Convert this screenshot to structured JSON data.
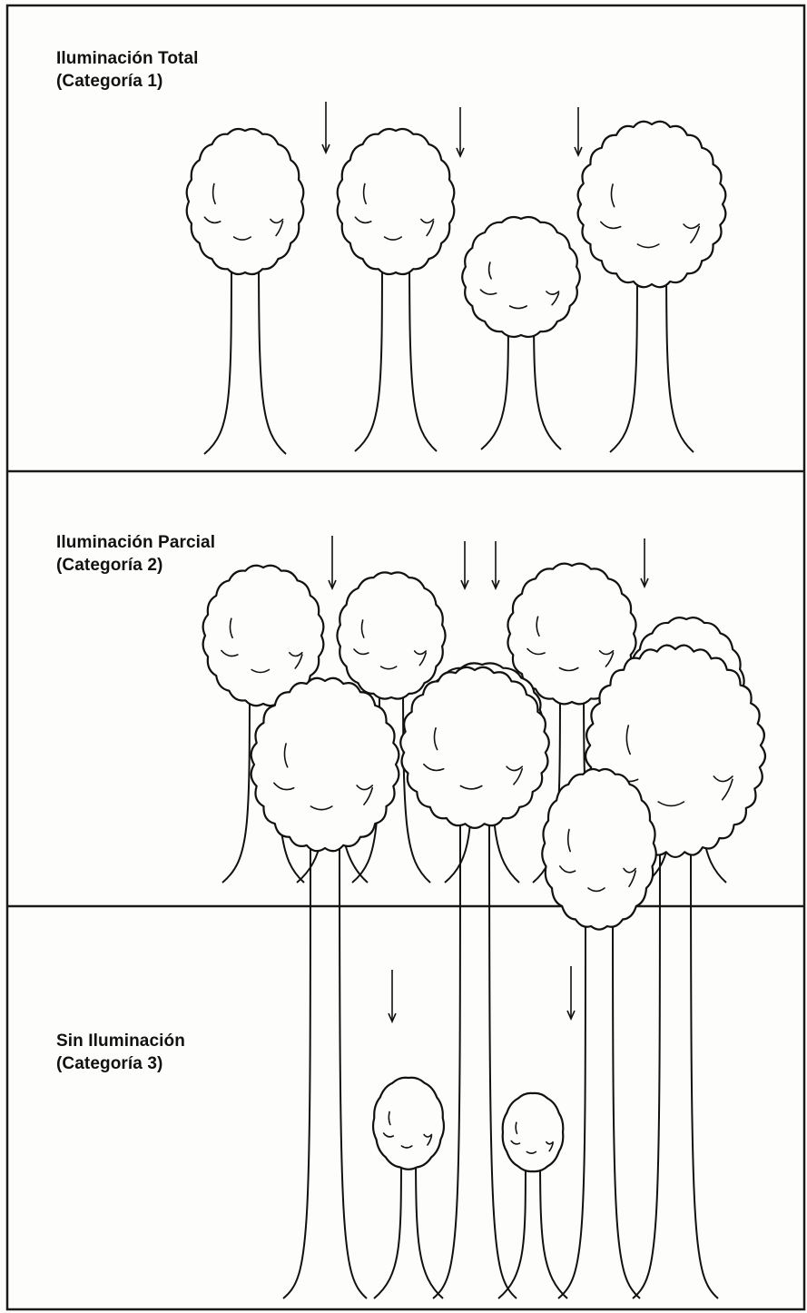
{
  "panels": [
    {
      "id": "category-1",
      "title": "Iluminación Total",
      "category": "(Categoría 1)",
      "light_arrow_count": 3
    },
    {
      "id": "category-2",
      "title": "Iluminación Parcial",
      "category": "(Categoría 2)",
      "light_arrow_count": 4
    },
    {
      "id": "category-3",
      "title": "Sin Iluminación",
      "category": "(Categoría 3)",
      "light_arrow_count": 2
    }
  ],
  "colors": {
    "ink": "#111111",
    "paper": "#fdfdfb",
    "border": "#1a1a1a"
  }
}
